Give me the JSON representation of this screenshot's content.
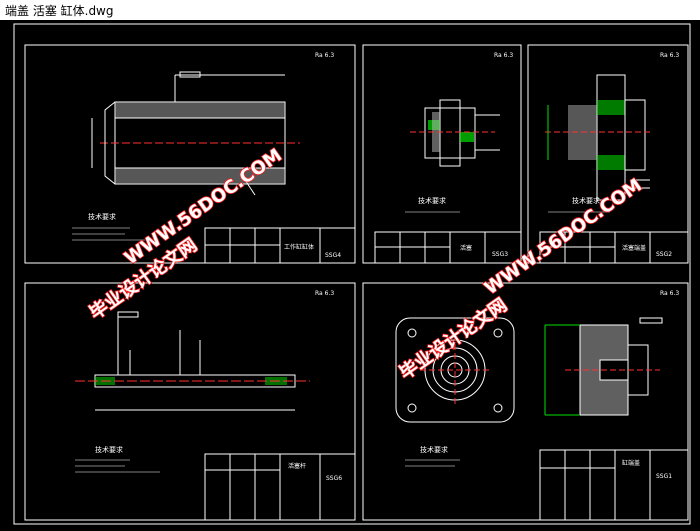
{
  "window": {
    "title": "端盖 活塞 缸体.dwg"
  },
  "sheets": [
    {
      "id": "cylinder",
      "part_name": "工作缸缸体",
      "note_title": "技术要求",
      "code": "SSG4",
      "corner_mark": "Ra 6.3"
    },
    {
      "id": "piston",
      "part_name": "活塞",
      "note_title": "技术要求",
      "code": "SSG3",
      "corner_mark": "Ra 6.3"
    },
    {
      "id": "endcap",
      "part_name": "活塞端盖",
      "note_title": "技术要求",
      "code": "SSG2",
      "corner_mark": "Ra 6.3"
    },
    {
      "id": "rod",
      "part_name": "活塞杆",
      "note_title": "技术要求",
      "code": "SSG6",
      "corner_mark": "Ra 6.3"
    },
    {
      "id": "cover",
      "part_name": "缸端盖",
      "note_title": "技术要求",
      "code": "SSG1",
      "corner_mark": "Ra 6.3"
    }
  ],
  "watermarks": {
    "site": "WWW.56DOC.COM",
    "cn": "毕业设计论文网"
  }
}
